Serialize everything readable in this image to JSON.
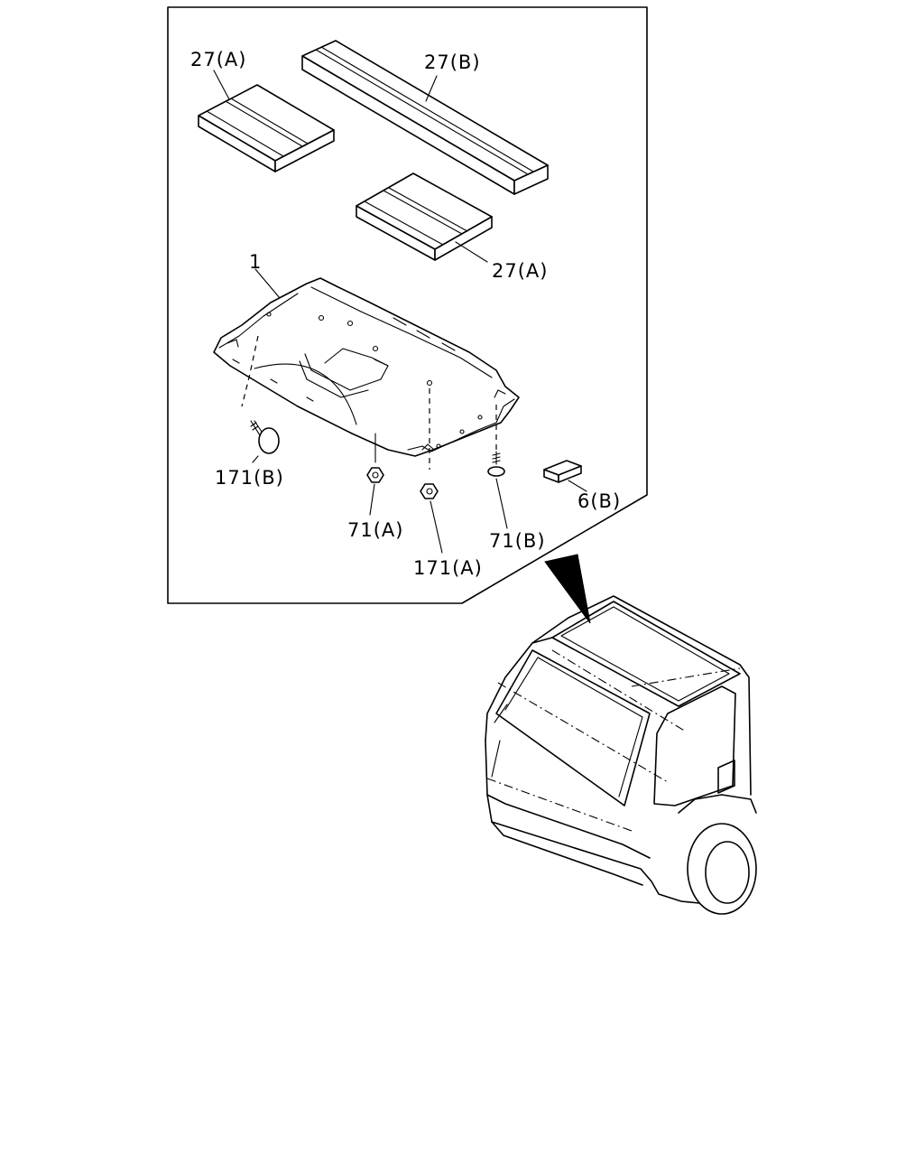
{
  "labels": {
    "part_1": "1",
    "part_27a_top": "27(A)",
    "part_27b": "27(B)",
    "part_27a_mid": "27(A)",
    "part_171b": "171(B)",
    "part_71a": "71(A)",
    "part_171a": "171(A)",
    "part_71b": "71(B)",
    "part_6b": "6(B)"
  }
}
